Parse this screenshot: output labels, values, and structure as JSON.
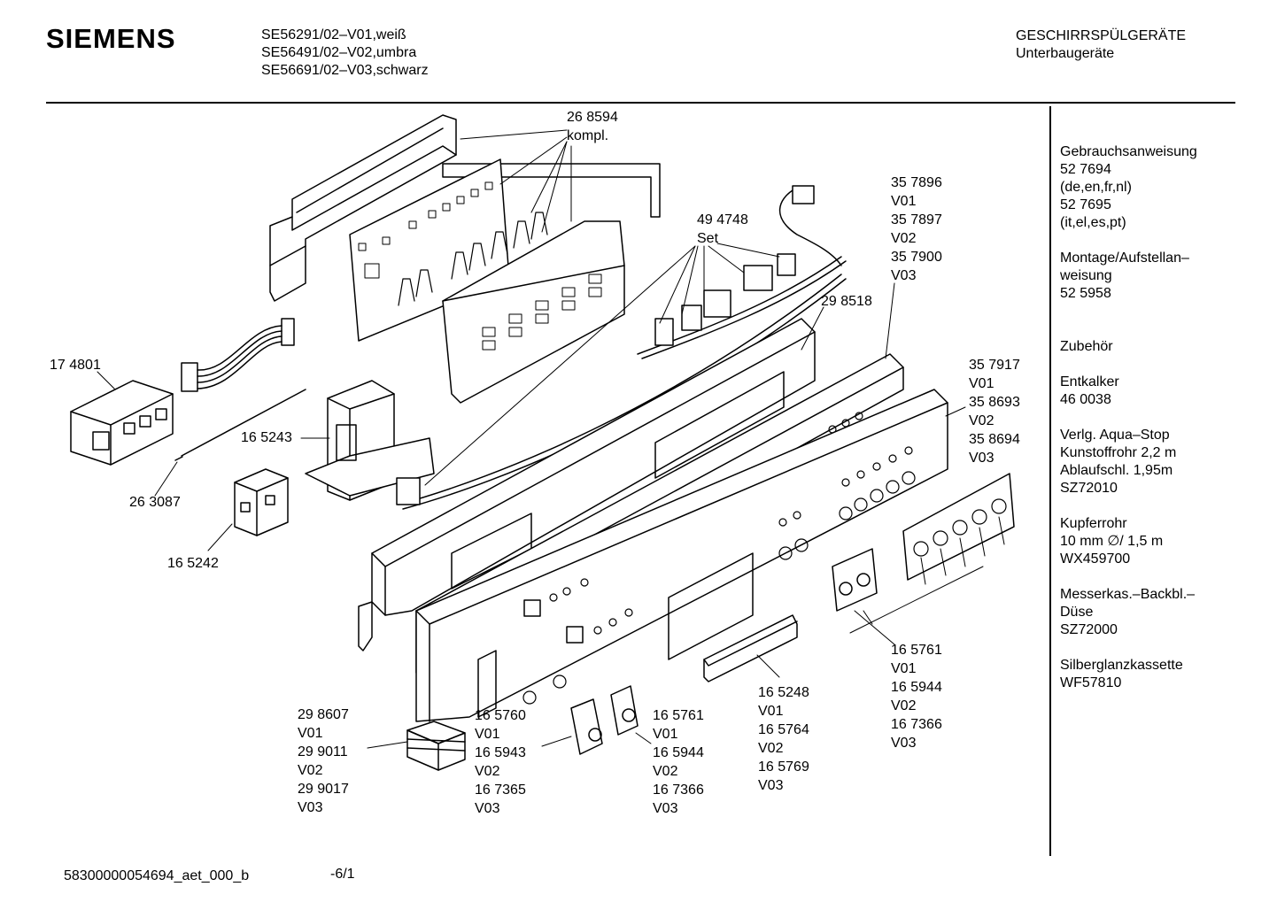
{
  "header": {
    "brand": "SIEMENS",
    "models": "SE56291/02–V01,weiß\nSE56491/02–V02,umbra\nSE56691/02–V03,schwarz",
    "category": "GESCHIRRSPÜLGERÄTE\nUnterbaugeräte"
  },
  "sidebar": [
    "Gebrauchsanweisung\n52 7694\n(de,en,fr,nl)\n52 7695\n(it,el,es,pt)",
    "Montage/Aufstellan–\nweisung\n52 5958",
    "\nZubehör",
    "Entkalker\n46 0038",
    "Verlg. Aqua–Stop\nKunstoffrohr 2,2 m\nAblaufschl. 1,95m\nSZ72010",
    "Kupferrohr\n10 mm ∅/ 1,5 m\nWX459700",
    "Messerkas.–Backbl.–\nDüse\nSZ72000",
    "Silberglanzkassette\nWF57810"
  ],
  "labels": {
    "p268594": "26 8594\nkompl.",
    "p494748": "49 4748\nSet",
    "p357896": "35 7896\nV01\n35 7897\nV02\n35 7900\nV03",
    "p298518": "29 8518",
    "p174801": "17 4801",
    "p357917": "35 7917\nV01\n35 8693\nV02\n35 8694\nV03",
    "p165243": "16 5243",
    "p263087": "26 3087",
    "p165242": "16 5242",
    "p165761a": "16 5761\nV01\n16 5944\nV02\n16 7366\nV03",
    "p165248": "16 5248\nV01\n16 5764\nV02\n16 5769\nV03",
    "p298607": "29 8607\nV01\n29 9011\nV02\n29 9017\nV03",
    "p165760": "16 5760\nV01\n16 5943\nV02\n16 7365\nV03",
    "p165761b": "16 5761\nV01\n16 5944\nV02\n16 7366\nV03"
  },
  "footer": {
    "doc_id": "58300000054694_aet_000_b",
    "page": "-6/1"
  }
}
